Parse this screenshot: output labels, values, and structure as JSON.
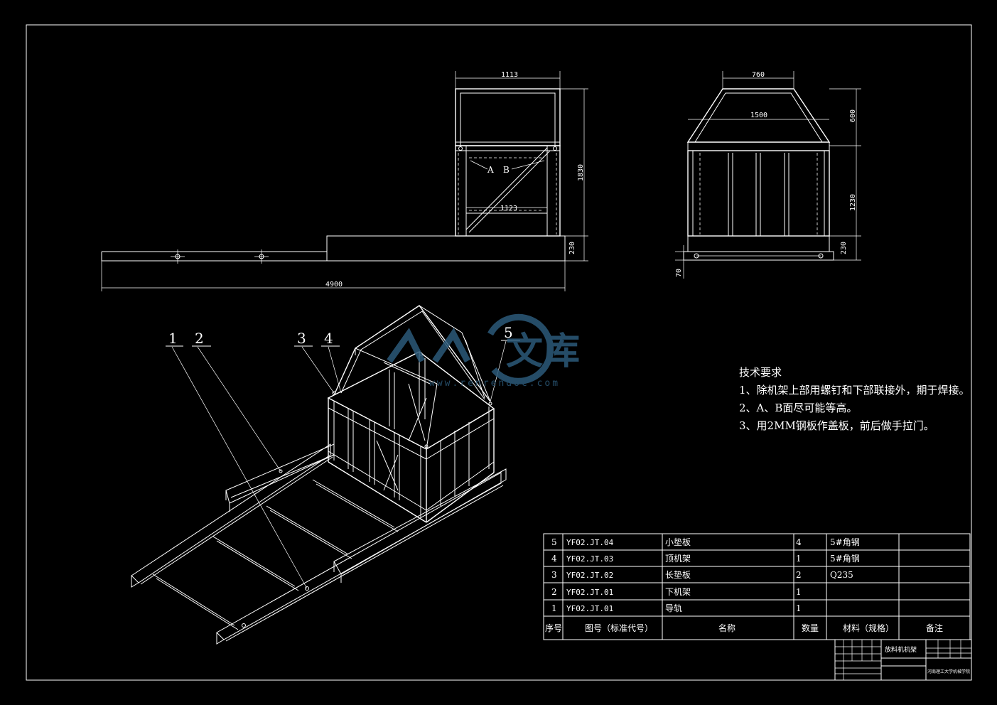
{
  "front_view": {
    "dim_top_width": "1113",
    "dim_height": "1830",
    "dim_inner_width": "1123",
    "dim_base_height": "230",
    "dim_total_length": "4900",
    "face_labels": [
      "A",
      "B"
    ]
  },
  "side_view": {
    "dim_top_width": "760",
    "dim_mid_width": "1500",
    "dim_roof_height": "600",
    "dim_body_height": "1230",
    "dim_base_height": "230",
    "dim_small": "70"
  },
  "callouts": [
    "1",
    "2",
    "3",
    "4",
    "5"
  ],
  "watermark": {
    "brand": "文库",
    "url": "www.renrendoc.com"
  },
  "tech_requirements": {
    "title": "技术要求",
    "items": [
      "1、除机架上部用螺钉和下部联接外，期于焊接。",
      "2、A、B面尽可能等高。",
      "3、用2MM钢板作盖板，前后做手拉门。"
    ]
  },
  "bom": {
    "headers": [
      "序号",
      "图号（标准代号）",
      "名称",
      "数量",
      "材料（规格）",
      "备注"
    ],
    "rows": [
      [
        "5",
        "YF02.JT.04",
        "小垫板",
        "4",
        "5#角钢",
        ""
      ],
      [
        "4",
        "YF02.JT.03",
        "顶机架",
        "1",
        "5#角钢",
        ""
      ],
      [
        "3",
        "YF02.JT.02",
        "长垫板",
        "2",
        "Q235",
        ""
      ],
      [
        "2",
        "YF02.JT.01",
        "下机架",
        "1",
        "",
        ""
      ],
      [
        "1",
        "YF02.JT.01",
        "导轨",
        "1",
        "",
        ""
      ]
    ]
  },
  "title_block": {
    "drawing_name": "放料机机架",
    "school": "河南理工大学机械学院"
  },
  "colors": {
    "background": "#000000",
    "lines": "#ffffff",
    "watermark": "#2c5a7a"
  }
}
